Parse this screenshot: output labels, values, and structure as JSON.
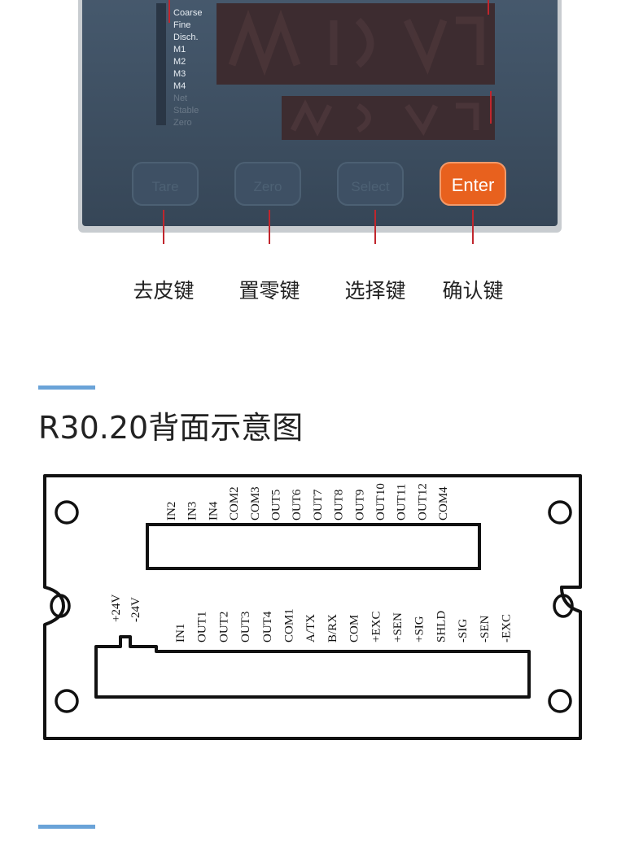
{
  "device": {
    "indicators": [
      "Coarse",
      "Fine",
      "Disch.",
      "M1",
      "M2",
      "M3",
      "M4",
      "Net",
      "Stable",
      "Zero"
    ],
    "keys": [
      {
        "label": "Tare",
        "caption": "去皮键",
        "color": "#3a4c5e"
      },
      {
        "label": "Zero",
        "caption": "置零键",
        "color": "#3a4c5e"
      },
      {
        "label": "Select",
        "caption": "选择键",
        "color": "#3a4c5e"
      },
      {
        "label": "Enter",
        "caption": "确认键",
        "color": "#e8611e"
      }
    ],
    "colors": {
      "panel": "#3f5266",
      "display": "#3a2a2e",
      "leader": "#c0262d"
    }
  },
  "section": {
    "title": "R30.20背面示意图",
    "accent_color": "#6aa3d8"
  },
  "rear_panel": {
    "top_terminals": [
      "IN2",
      "IN3",
      "IN4",
      "COM2",
      "COM3",
      "OUT5",
      "OUT6",
      "OUT7",
      "OUT8",
      "OUT9",
      "OUT10",
      "OUT11",
      "OUT12",
      "COM4"
    ],
    "power_terminals": [
      "+24V",
      "-24V"
    ],
    "bottom_terminals": [
      "IN1",
      "OUT1",
      "OUT2",
      "OUT3",
      "OUT4",
      "COM1",
      "A/TX",
      "B/RX",
      "COM",
      "+EXC",
      "+SEN",
      "+SIG",
      "SHLD",
      "-SIG",
      "-SEN",
      "-EXC"
    ]
  }
}
